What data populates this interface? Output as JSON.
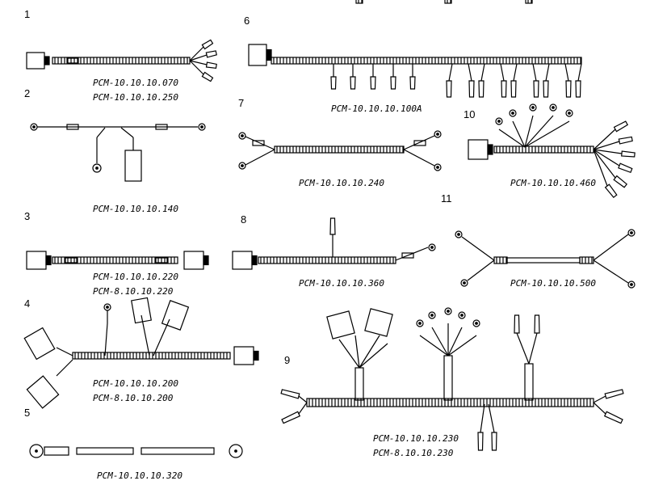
{
  "items": [
    {
      "num": "1",
      "codes": [
        "PCM-10.10.10.070",
        "PCM-10.10.10.250"
      ]
    },
    {
      "num": "2",
      "codes": [
        "PCM-10.10.10.140"
      ]
    },
    {
      "num": "3",
      "codes": [
        "PCM-10.10.10.220",
        "PCM-8.10.10.220"
      ]
    },
    {
      "num": "4",
      "codes": [
        "PCM-10.10.10.200",
        "PCM-8.10.10.200"
      ]
    },
    {
      "num": "5",
      "codes": [
        "PCM-10.10.10.320"
      ]
    },
    {
      "num": "6",
      "codes": [
        "PCM-10.10.10.100A"
      ]
    },
    {
      "num": "7",
      "codes": [
        "PCM-10.10.10.240"
      ]
    },
    {
      "num": "8",
      "codes": [
        "PCM-10.10.10.360"
      ]
    },
    {
      "num": "9",
      "codes": [
        "PCM-10.10.10.230",
        "PCM-8.10.10.230"
      ]
    },
    {
      "num": "10",
      "codes": [
        "PCM-10.10.10.460"
      ]
    },
    {
      "num": "11",
      "codes": [
        "PCM-10.10.10.500"
      ]
    }
  ]
}
